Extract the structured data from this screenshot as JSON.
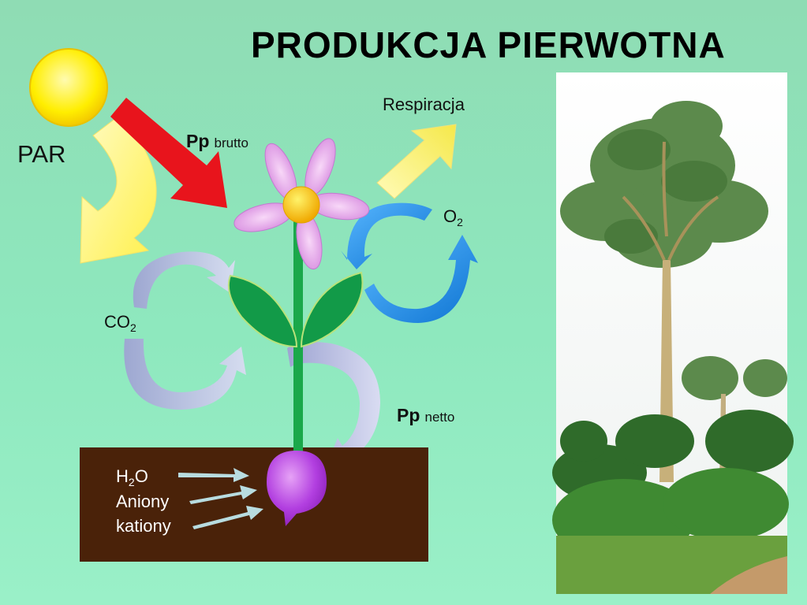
{
  "title": "PRODUKCJA  PIERWOTNA",
  "labels": {
    "par": "PAR",
    "respiration": "Respiracja",
    "o2_base": "O",
    "o2_sub": "2",
    "co2_base": "CO",
    "co2_sub": "2",
    "pp_gross_main": "Pp",
    "pp_gross_sub": "brutto",
    "pp_net_main": "Pp",
    "pp_net_sub": "netto"
  },
  "soil": {
    "h2o_h": "H",
    "h2o_sub": "2",
    "h2o_o": "O",
    "anions": "Aniony",
    "cations": "kationy"
  },
  "colors": {
    "sun": "#ffee00",
    "red_arrow": "#e8141c",
    "yellow_arrow": "#fff36a",
    "blue_arrow": "#1e8fe6",
    "grey_arrow": "#b7bde6",
    "soil": "#4a2209",
    "stem": "#1aa84a",
    "leaf": "#129a48",
    "petal": "#e79ee9",
    "bulb": "#b23fe0"
  }
}
